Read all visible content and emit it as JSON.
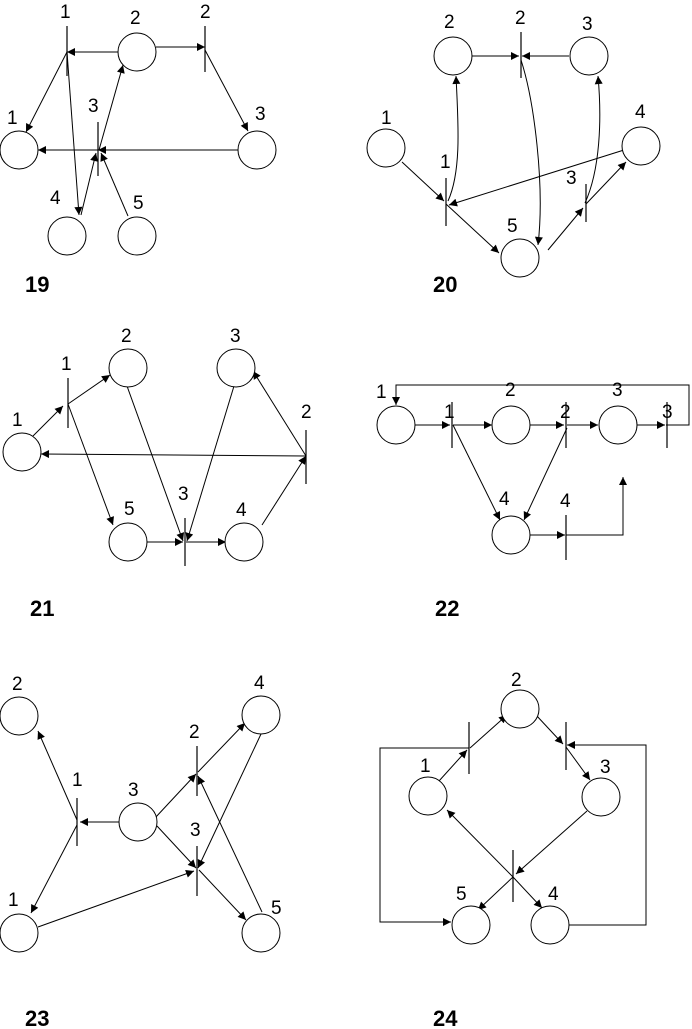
{
  "diagrams": [
    {
      "number": "19",
      "places": [
        {
          "id": "p1",
          "label": "1"
        },
        {
          "id": "p2",
          "label": "2"
        },
        {
          "id": "p3",
          "label": "3"
        },
        {
          "id": "p4",
          "label": "4"
        },
        {
          "id": "p5",
          "label": "5"
        }
      ],
      "transitions": [
        {
          "id": "t1",
          "label": "1"
        },
        {
          "id": "t2",
          "label": "2"
        },
        {
          "id": "t3",
          "label": "3"
        }
      ],
      "arcs": [
        [
          "p2",
          "t1"
        ],
        [
          "t1",
          "p1"
        ],
        [
          "t1",
          "p4"
        ],
        [
          "p2",
          "t2"
        ],
        [
          "t2",
          "p3"
        ],
        [
          "p3",
          "t3"
        ],
        [
          "t3",
          "p1"
        ],
        [
          "p4",
          "t3"
        ],
        [
          "p5",
          "t3"
        ],
        [
          "t3",
          "p2"
        ]
      ]
    },
    {
      "number": "20",
      "places": [
        {
          "id": "p1",
          "label": "1"
        },
        {
          "id": "p2",
          "label": "2"
        },
        {
          "id": "p3",
          "label": "3"
        },
        {
          "id": "p4",
          "label": "4"
        },
        {
          "id": "p5",
          "label": "5"
        }
      ],
      "transitions": [
        {
          "id": "t1",
          "label": "1"
        },
        {
          "id": "t2",
          "label": "2"
        },
        {
          "id": "t3",
          "label": "3"
        }
      ],
      "arcs": [
        [
          "p2",
          "t2"
        ],
        [
          "p3",
          "t2"
        ],
        [
          "t2",
          "p5"
        ],
        [
          "p1",
          "t1"
        ],
        [
          "t1",
          "p2"
        ],
        [
          "p4",
          "t1"
        ],
        [
          "t1",
          "p5"
        ],
        [
          "p5",
          "t3"
        ],
        [
          "t3",
          "p3"
        ],
        [
          "t3",
          "p4"
        ]
      ]
    },
    {
      "number": "21",
      "places": [
        {
          "id": "p1",
          "label": "1"
        },
        {
          "id": "p2",
          "label": "2"
        },
        {
          "id": "p3",
          "label": "3"
        },
        {
          "id": "p4",
          "label": "4"
        },
        {
          "id": "p5",
          "label": "5"
        }
      ],
      "transitions": [
        {
          "id": "t1",
          "label": "1"
        },
        {
          "id": "t2",
          "label": "2"
        },
        {
          "id": "t3",
          "label": "3"
        }
      ],
      "arcs": [
        [
          "p1",
          "t1"
        ],
        [
          "t1",
          "p2"
        ],
        [
          "t1",
          "p5"
        ],
        [
          "p2",
          "t3"
        ],
        [
          "p3",
          "t3"
        ],
        [
          "p5",
          "t3"
        ],
        [
          "t3",
          "p4"
        ],
        [
          "p4",
          "t2"
        ],
        [
          "t2",
          "p3"
        ],
        [
          "t2",
          "p1"
        ]
      ]
    },
    {
      "number": "22",
      "places": [
        {
          "id": "p1",
          "label": "1"
        },
        {
          "id": "p2",
          "label": "2"
        },
        {
          "id": "p3",
          "label": "3"
        },
        {
          "id": "p4",
          "label": "4"
        }
      ],
      "transitions": [
        {
          "id": "t1",
          "label": "1"
        },
        {
          "id": "t2",
          "label": "2"
        },
        {
          "id": "t3",
          "label": "3"
        },
        {
          "id": "t4",
          "label": "4"
        }
      ],
      "arcs": [
        [
          "p1",
          "t1"
        ],
        [
          "t1",
          "p2"
        ],
        [
          "t1",
          "p4"
        ],
        [
          "p2",
          "t2"
        ],
        [
          "t2",
          "p3"
        ],
        [
          "t2",
          "p4"
        ],
        [
          "p4",
          "t4"
        ],
        [
          "t4",
          "p3"
        ],
        [
          "p3",
          "t3"
        ],
        [
          "t3",
          "p1"
        ]
      ]
    },
    {
      "number": "23",
      "places": [
        {
          "id": "p1",
          "label": "1"
        },
        {
          "id": "p2",
          "label": "2"
        },
        {
          "id": "p3",
          "label": "3"
        },
        {
          "id": "p4",
          "label": "4"
        },
        {
          "id": "p5",
          "label": "5"
        }
      ],
      "transitions": [
        {
          "id": "t1",
          "label": "1"
        },
        {
          "id": "t2",
          "label": "2"
        },
        {
          "id": "t3",
          "label": "3"
        }
      ],
      "arcs": [
        [
          "p3",
          "t1"
        ],
        [
          "t1",
          "p2"
        ],
        [
          "t1",
          "p1"
        ],
        [
          "p3",
          "t2"
        ],
        [
          "t2",
          "p4"
        ],
        [
          "p3",
          "t3"
        ],
        [
          "p1",
          "t3"
        ],
        [
          "p4",
          "t3"
        ],
        [
          "t3",
          "p5"
        ],
        [
          "p5",
          "t2"
        ]
      ]
    },
    {
      "number": "24",
      "places": [
        {
          "id": "p1",
          "label": "1"
        },
        {
          "id": "p2",
          "label": "2"
        },
        {
          "id": "p3",
          "label": "3"
        },
        {
          "id": "p4",
          "label": "4"
        },
        {
          "id": "p5",
          "label": "5"
        }
      ],
      "transitions": [
        {
          "id": "t1",
          "label": ""
        },
        {
          "id": "t2",
          "label": ""
        },
        {
          "id": "t3",
          "label": ""
        }
      ],
      "arcs": [
        [
          "p1",
          "t1"
        ],
        [
          "t1",
          "p2"
        ],
        [
          "p2",
          "t2"
        ],
        [
          "t2",
          "p3"
        ],
        [
          "p4",
          "t2"
        ],
        [
          "p3",
          "t3"
        ],
        [
          "t3",
          "p5"
        ],
        [
          "t3",
          "p4"
        ],
        [
          "t3",
          "p1"
        ],
        [
          "t1",
          "p5"
        ]
      ]
    }
  ]
}
